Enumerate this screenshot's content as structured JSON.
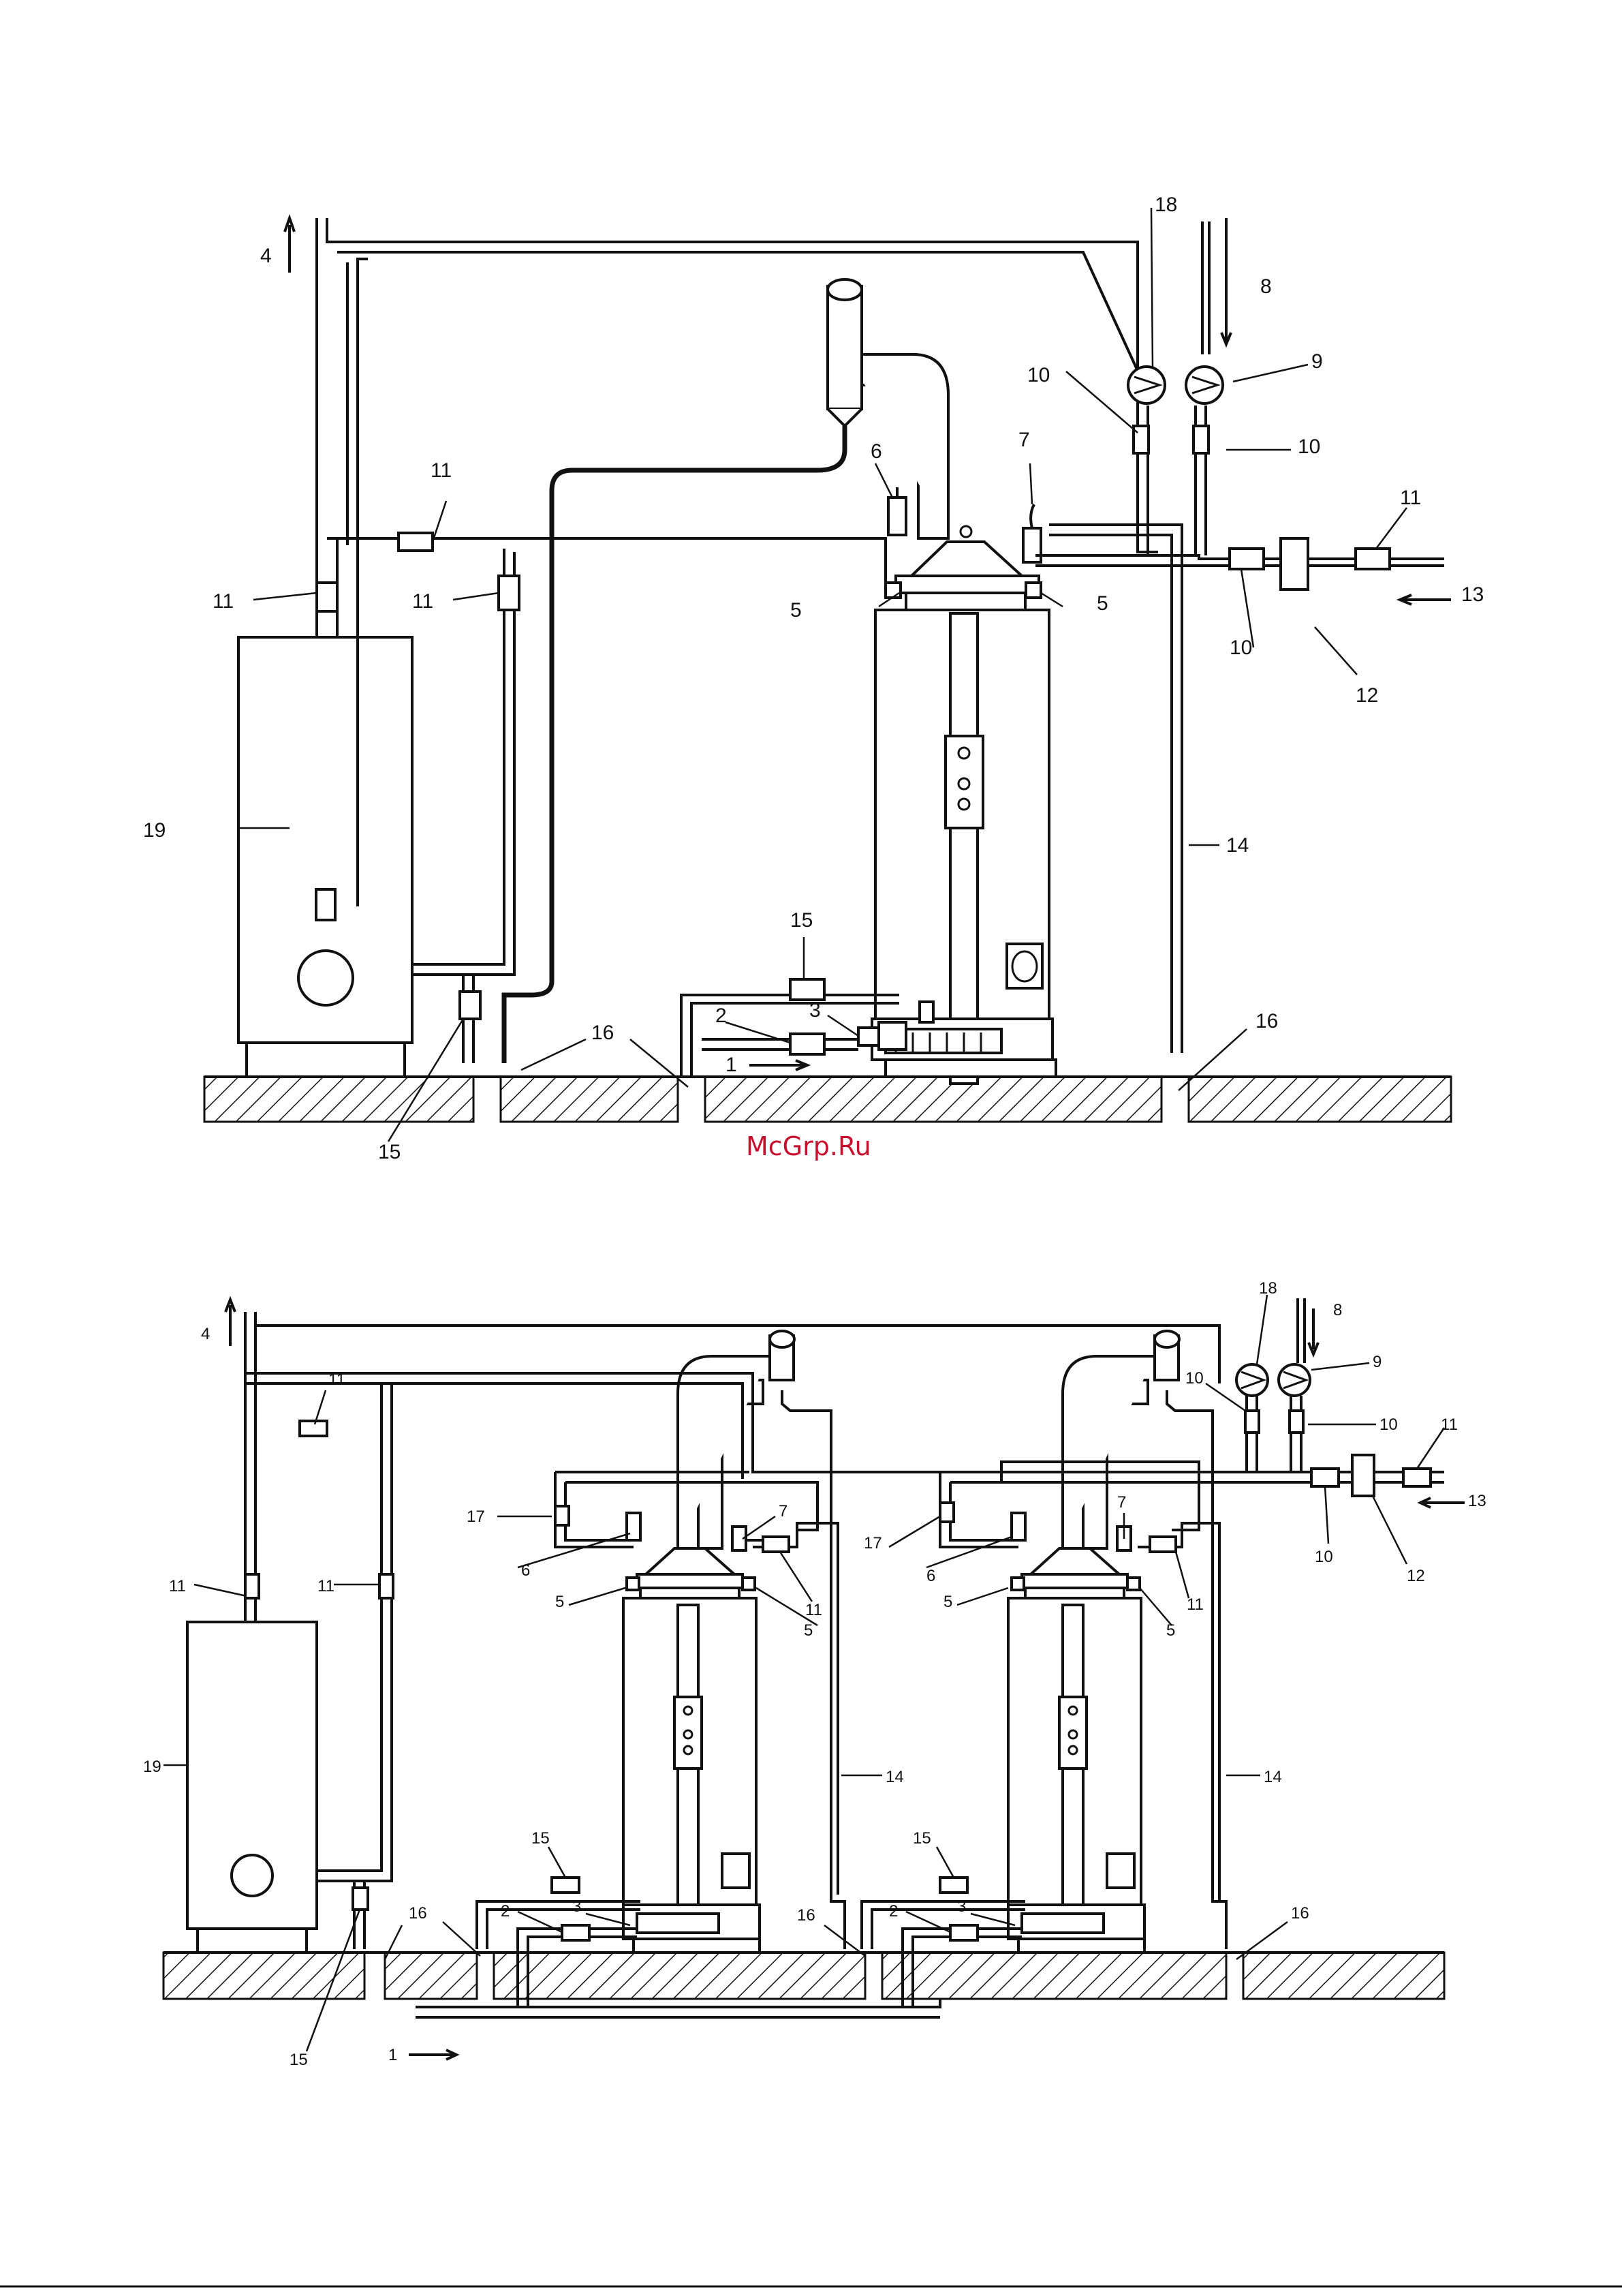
{
  "watermark": "McGrp.Ru",
  "diagram_top": {
    "labels": {
      "l1": "1",
      "l2": "2",
      "l3": "3",
      "l4": "4",
      "l5a": "5",
      "l5b": "5",
      "l6": "6",
      "l7": "7",
      "l8": "8",
      "l9": "9",
      "l10a": "10",
      "l10b": "10",
      "l10c": "10",
      "l11a": "11",
      "l11b": "11",
      "l11c": "11",
      "l11d": "11",
      "l12": "12",
      "l13": "13",
      "l14": "14",
      "l15a": "15",
      "l15b": "15",
      "l16a": "16",
      "l16b": "16",
      "l18": "18",
      "l19": "19"
    }
  },
  "diagram_bottom": {
    "labels": {
      "l1": "1",
      "l2a": "2",
      "l2b": "2",
      "l3a": "3",
      "l3b": "3",
      "l4": "4",
      "l5a": "5",
      "l5b": "5",
      "l5c": "5",
      "l5d": "5",
      "l6a": "6",
      "l6b": "6",
      "l7a": "7",
      "l7b": "7",
      "l8": "8",
      "l9": "9",
      "l10a": "10",
      "l10b": "10",
      "l10c": "10",
      "l11a": "11",
      "l11b": "11",
      "l11c": "11",
      "l11d": "11",
      "l11e": "11",
      "l11f": "11",
      "l12": "12",
      "l13": "13",
      "l14a": "14",
      "l14b": "14",
      "l15a": "15",
      "l15b": "15",
      "l15c": "15",
      "l16a": "16",
      "l16b": "16",
      "l16c": "16",
      "l17a": "17",
      "l17b": "17",
      "l18": "18",
      "l19": "19"
    }
  }
}
